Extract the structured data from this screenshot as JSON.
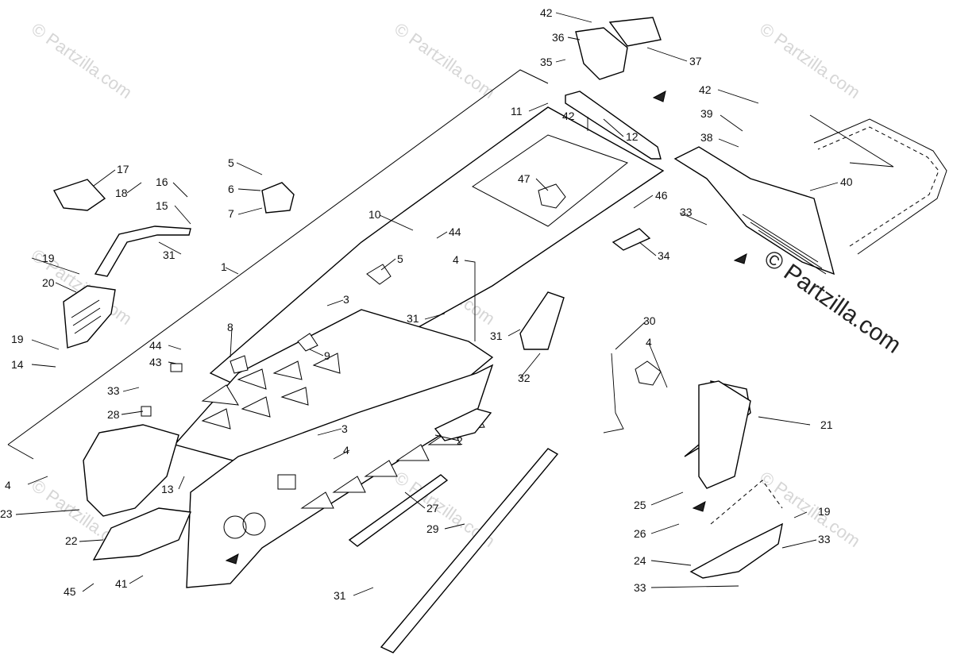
{
  "watermark": {
    "text": "© Partzilla.com"
  },
  "callouts": [
    "1",
    "2",
    "3",
    "4",
    "5",
    "6",
    "7",
    "8",
    "9",
    "10",
    "11",
    "12",
    "13",
    "14",
    "15",
    "16",
    "17",
    "18",
    "19",
    "20",
    "21",
    "22",
    "23",
    "24",
    "25",
    "26",
    "27",
    "28",
    "29",
    "30",
    "31",
    "32",
    "33",
    "34",
    "35",
    "36",
    "37",
    "38",
    "39",
    "40",
    "41",
    "42",
    "43",
    "44",
    "45",
    "46",
    "47"
  ]
}
